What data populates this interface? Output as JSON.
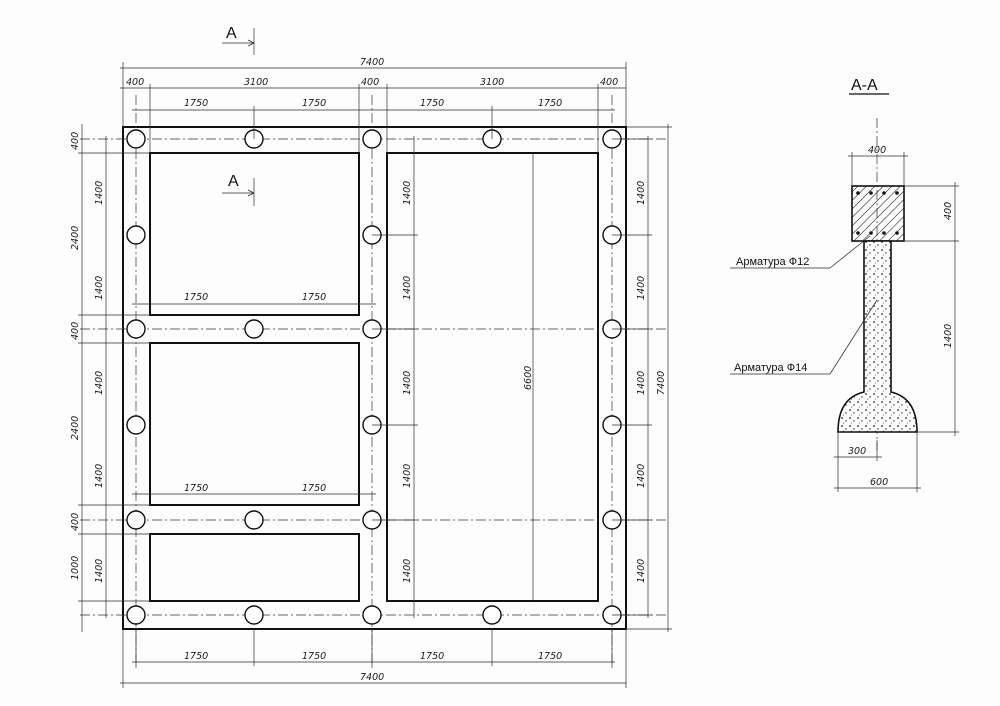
{
  "plan": {
    "section_mark": "A",
    "total_width": "7400",
    "total_height": "7400",
    "top_segments": [
      "400",
      "3100",
      "400",
      "3100",
      "400"
    ],
    "pile_spacing": "1750",
    "left_segments": [
      "400",
      "2400",
      "400",
      "2400",
      "400",
      "1000"
    ],
    "pile_vertical_spacing": "1400",
    "right_bay_inner": "6600"
  },
  "section": {
    "title": "A-A",
    "top_width": "400",
    "top_height": "400",
    "stem_height": "1400",
    "foot_half": "300",
    "foot_width": "600",
    "rebar_top": "Арматура Ф12",
    "rebar_stem": "Арматура Ф14"
  }
}
